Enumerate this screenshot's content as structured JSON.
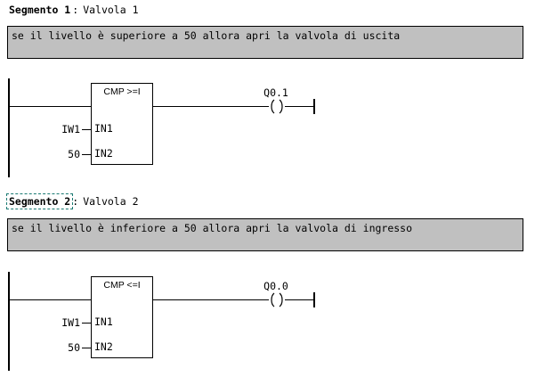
{
  "editor": {
    "language": "LAD",
    "background_color": "#ffffff",
    "wire_color": "#000000",
    "comment_fill": "#c0c0c0",
    "selection_color": "#1a7a72"
  },
  "networks": [
    {
      "label": "Segmento 1",
      "separator": ":",
      "title": "Valvola 1",
      "selected": false,
      "comment": "se il livello è superiore a 50 allora apri la valvola di uscita",
      "block": {
        "name": "CMP >=I",
        "pins": [
          "IN1",
          "IN2"
        ],
        "operands": [
          "IW1",
          "50"
        ]
      },
      "coil": {
        "address": "Q0.1",
        "type": "output-coil"
      }
    },
    {
      "label": "Segmento 2",
      "separator": ":",
      "title": "Valvola 2",
      "selected": true,
      "comment": "se il livello è inferiore a 50 allora apri la valvola di ingresso",
      "block": {
        "name": "CMP <=I",
        "pins": [
          "IN1",
          "IN2"
        ],
        "operands": [
          "IW1",
          "50"
        ]
      },
      "coil": {
        "address": "Q0.0",
        "type": "output-coil"
      }
    }
  ]
}
